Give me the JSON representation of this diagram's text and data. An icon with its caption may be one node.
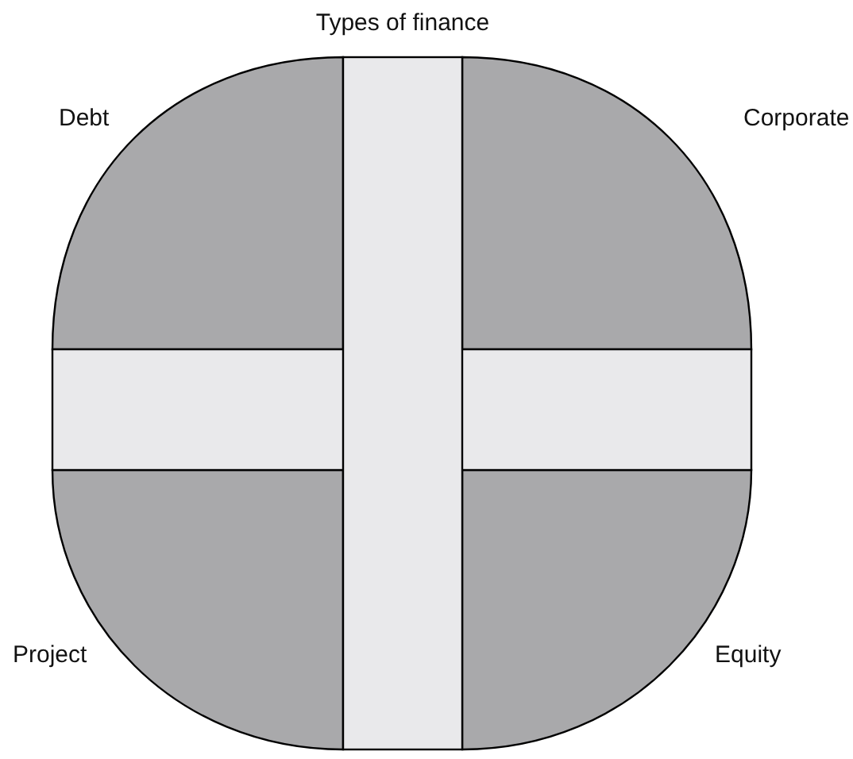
{
  "diagram": {
    "title": "Types of finance",
    "labels": [
      "Debt",
      "Corporate",
      "Project",
      "Equity"
    ]
  }
}
